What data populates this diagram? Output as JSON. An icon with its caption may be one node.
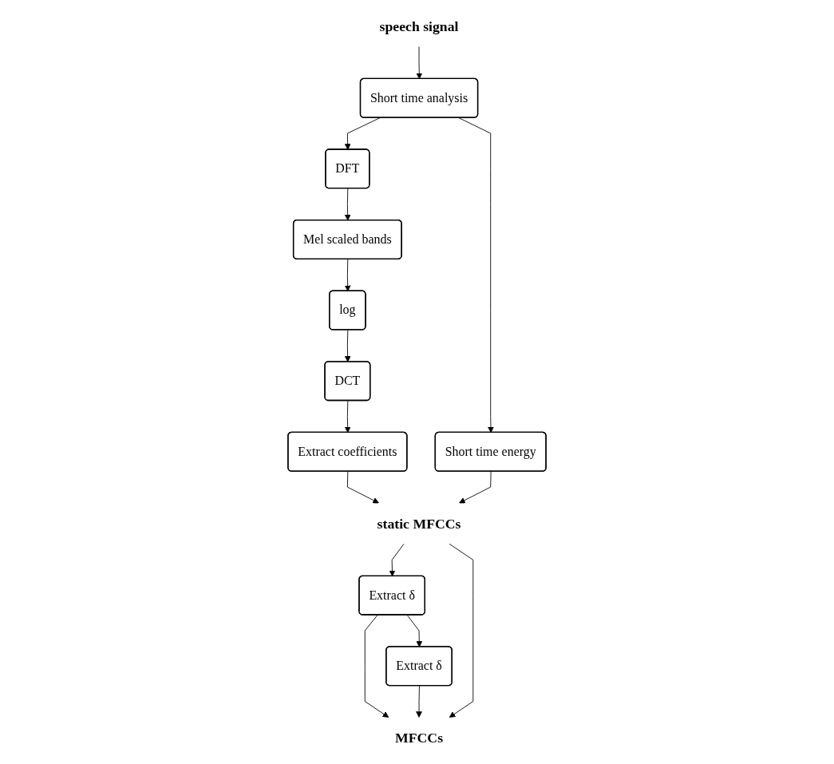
{
  "diagram": {
    "nodes": [
      {
        "text": [
          "speech signal"
        ]
      },
      {
        "text": [
          "Short time analysis"
        ]
      },
      {
        "text": [
          "DFT"
        ]
      },
      {
        "text": [
          "Mel scaled bands"
        ]
      },
      {
        "text": [
          "log"
        ]
      },
      {
        "text": [
          "DCT"
        ]
      },
      {
        "text": [
          "Extract coefficients"
        ]
      },
      {
        "text": [
          "static MFCCs"
        ]
      },
      {
        "text": [
          "Short time energy"
        ]
      },
      {
        "text": [
          "Extract δ"
        ]
      },
      {
        "text": [
          "Extract δ"
        ]
      },
      {
        "text": [
          "MFCCs"
        ]
      }
    ],
    "edges": [
      {
        "from": 0,
        "to": 1,
        "arrow": "to"
      },
      {
        "from": 1,
        "to": 2,
        "arrow": "to"
      },
      {
        "from": 2,
        "to": 3,
        "arrow": "to"
      },
      {
        "from": 3,
        "to": 4,
        "arrow": "to"
      },
      {
        "from": 4,
        "to": 5,
        "arrow": "to"
      },
      {
        "from": 5,
        "to": 6,
        "arrow": "to"
      },
      {
        "from": 6,
        "to": 7,
        "arrow": "to"
      },
      {
        "from": 1,
        "to": 8,
        "arrow": "to"
      },
      {
        "from": 8,
        "to": 7,
        "arrow": "to"
      },
      {
        "from": 7,
        "to": 9,
        "arrow": "to"
      },
      {
        "from": 9,
        "to": 11,
        "arrow": "to"
      },
      {
        "from": 7,
        "to": 11,
        "arrow": "to"
      },
      {
        "from": 9,
        "to": 10,
        "arrow": "to"
      },
      {
        "from": 10,
        "to": 11,
        "arrow": "to"
      }
    ]
  }
}
